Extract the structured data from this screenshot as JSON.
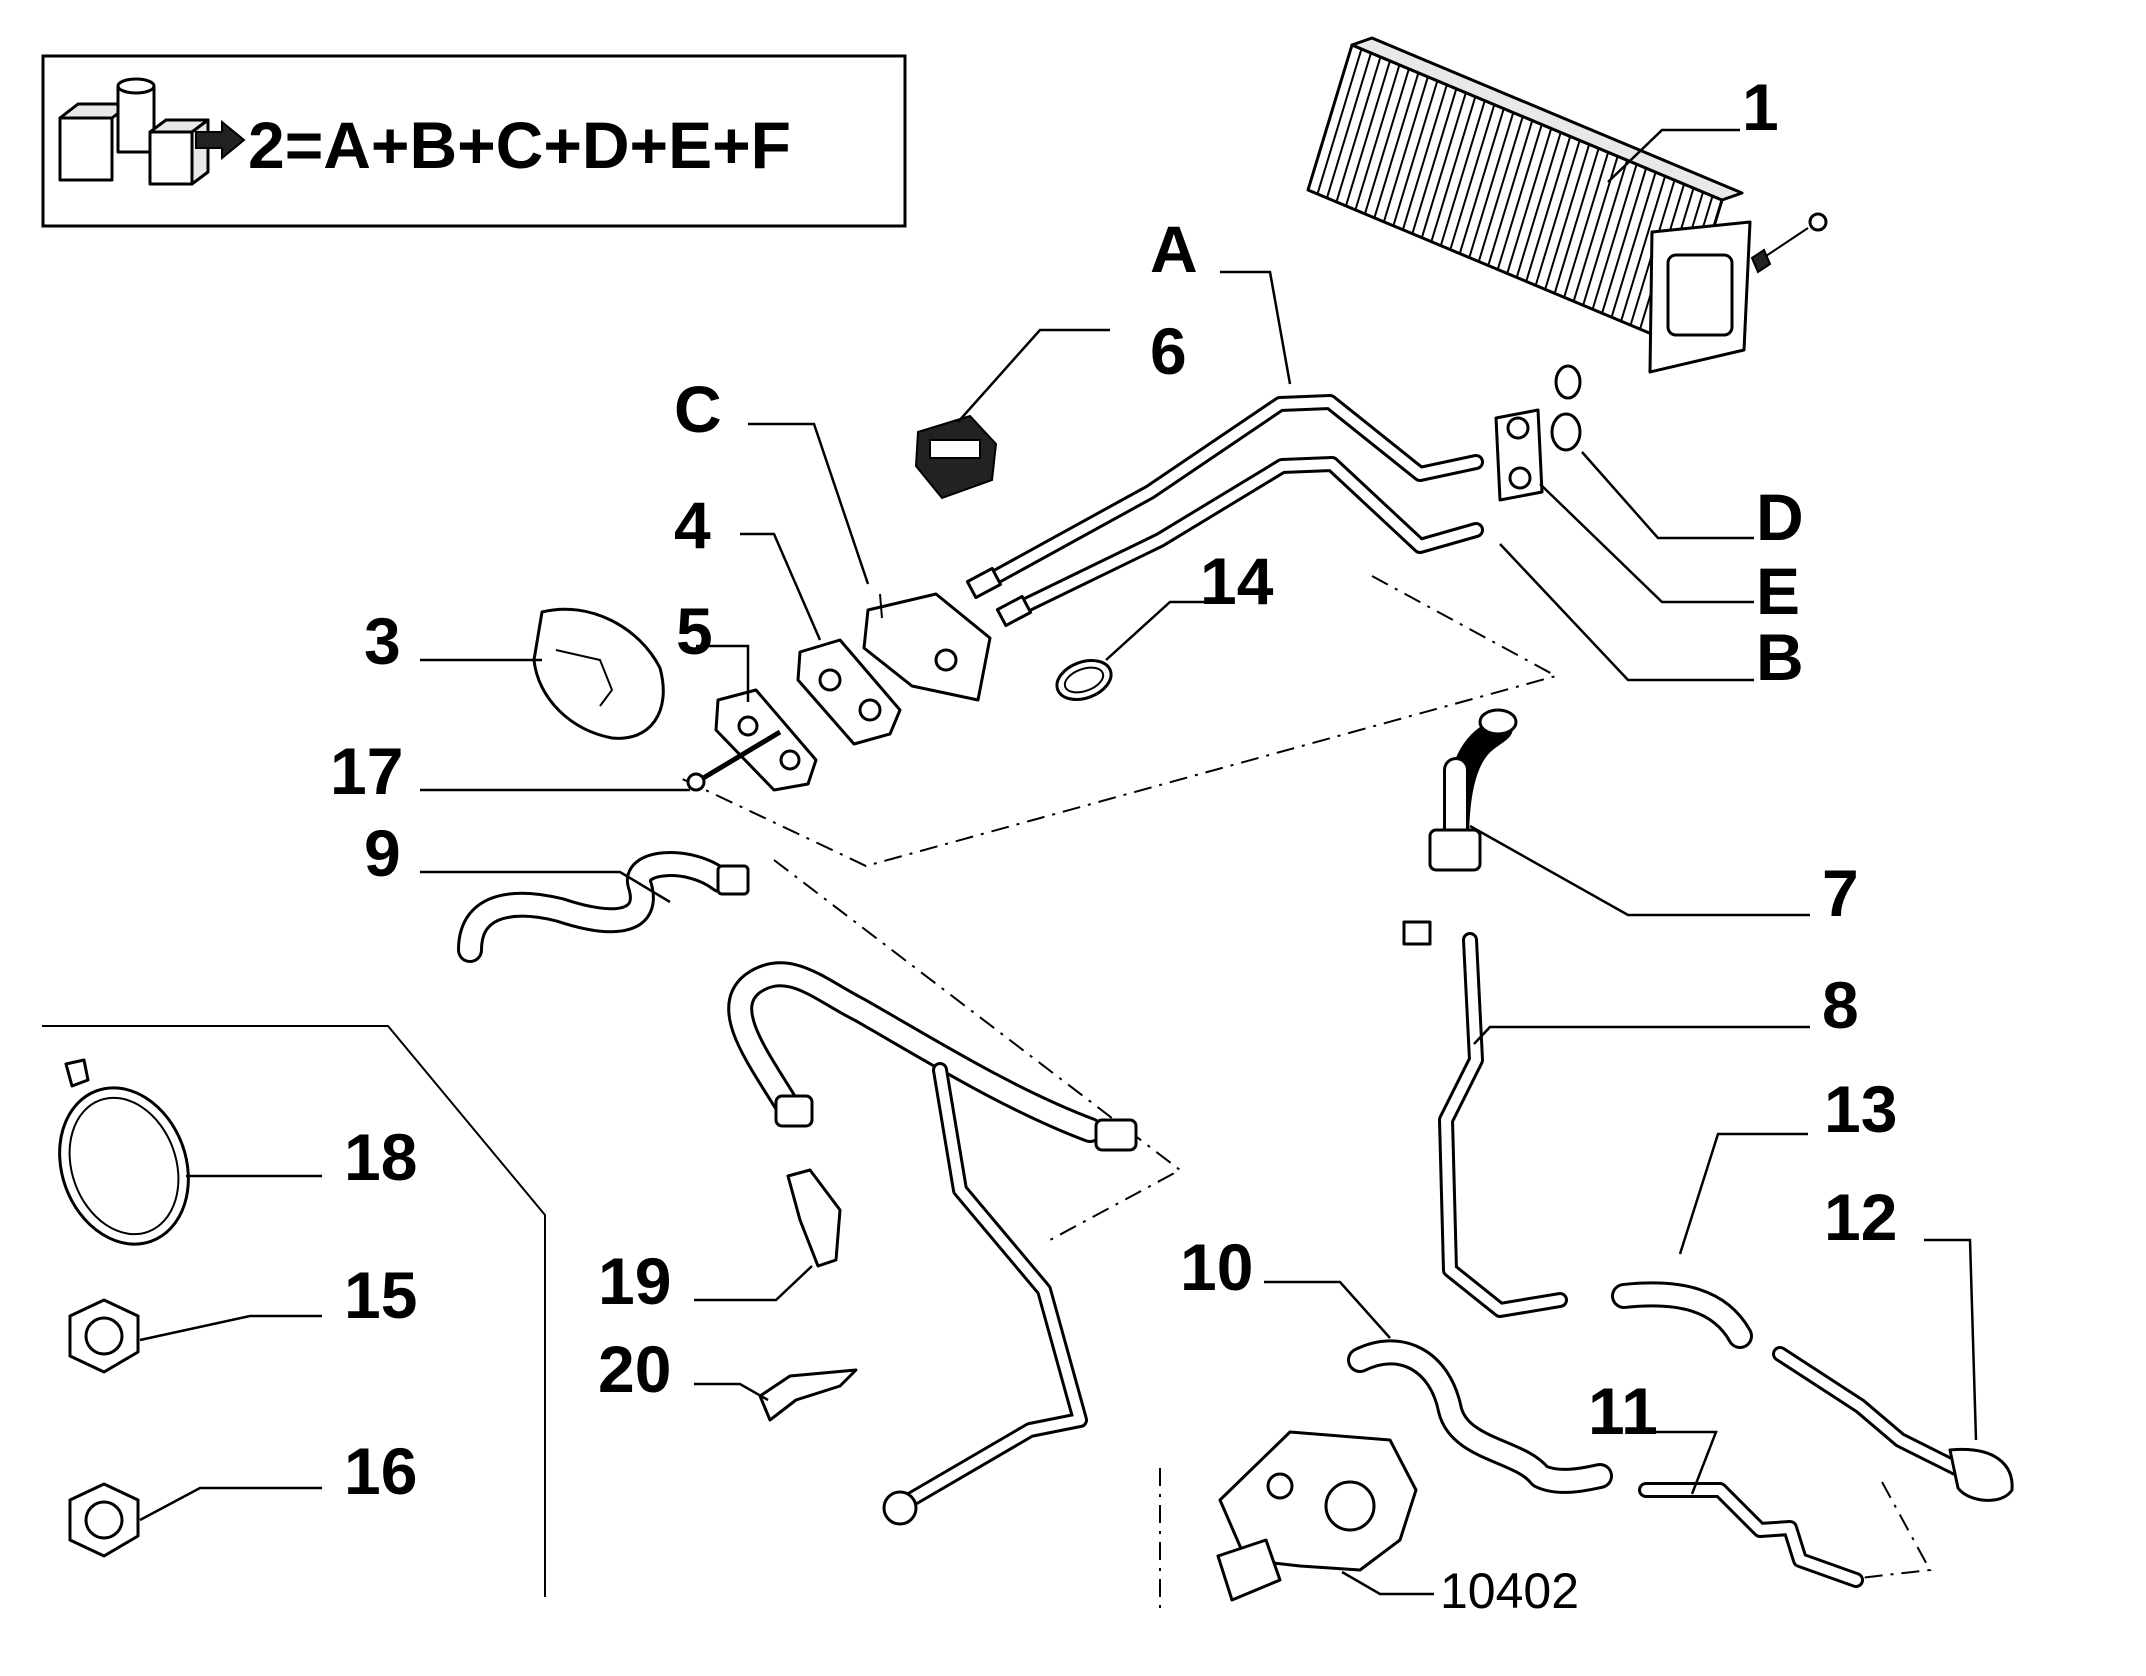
{
  "legend": {
    "formula": "2=A+B+C+D+E+F",
    "icon": "kit-parts-icon"
  },
  "labels": {
    "p1": "1",
    "pA": "A",
    "p6": "6",
    "pC": "C",
    "p4": "4",
    "p14": "14",
    "p3": "3",
    "p5": "5",
    "p17": "17",
    "pD": "D",
    "pE": "E",
    "pB": "B",
    "p9": "9",
    "p7": "7",
    "p8": "8",
    "p13": "13",
    "p12": "12",
    "p18": "18",
    "p15": "15",
    "p16": "16",
    "p19": "19",
    "p20": "20",
    "p10": "10",
    "p11": "11",
    "ref": "10402"
  }
}
